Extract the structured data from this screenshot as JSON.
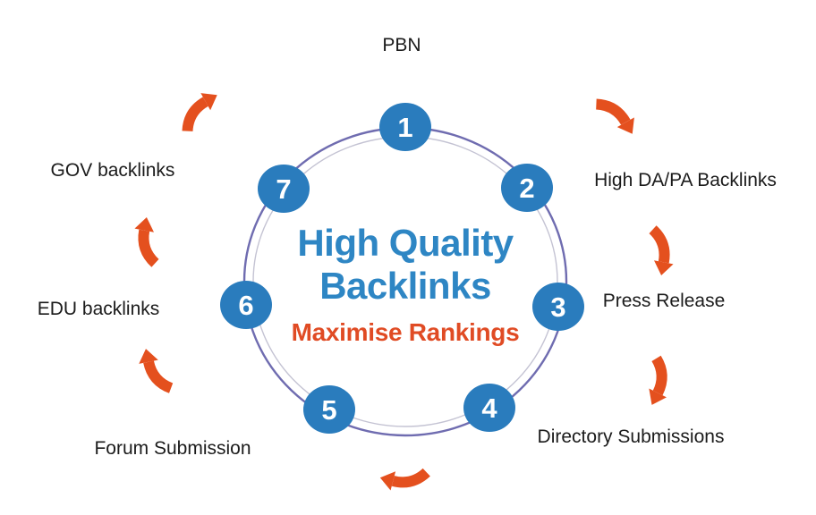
{
  "diagram": {
    "center": {
      "title_line1": "High Quality",
      "title_line2": "Backlinks",
      "subtitle": "Maximise Rankings"
    },
    "nodes": [
      {
        "number": "1",
        "label": "PBN"
      },
      {
        "number": "2",
        "label": "High DA/PA Backlinks"
      },
      {
        "number": "3",
        "label": "Press Release"
      },
      {
        "number": "4",
        "label": "Directory Submissions"
      },
      {
        "number": "5",
        "label": "Forum Submission"
      },
      {
        "number": "6",
        "label": "EDU backlinks"
      },
      {
        "number": "7",
        "label": "GOV backlinks"
      }
    ],
    "colors": {
      "node_blue": "#2A7CBD",
      "title_blue": "#2E86C4",
      "subtitle_orange": "#E04B24",
      "arrow_orange": "#E4501E",
      "ring_outer_purple": "#6F6CB0",
      "ring_inner_gray": "#C4C3D3",
      "label_text": "#1B1B1B",
      "background": "#FFFFFF"
    }
  }
}
